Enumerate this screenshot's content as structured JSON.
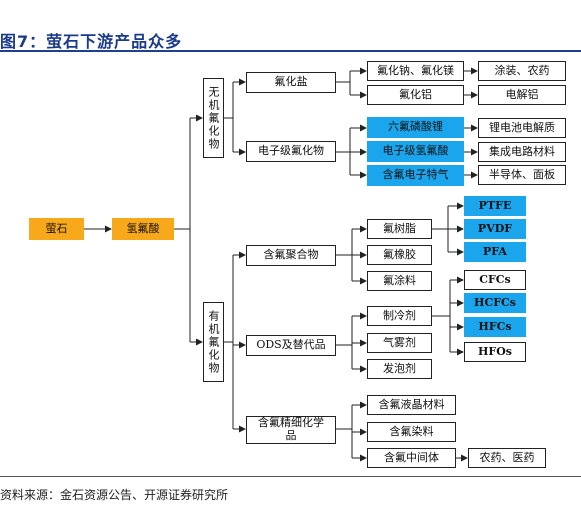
{
  "title": "图7：萤石下游产品众多",
  "source": "资料来源：金石资源公告、开源证券研究所",
  "nodes": {
    "fluorite": "萤石",
    "hf": "氢氟酸",
    "inorganic": "无机氟化物",
    "organic": "有机氟化物",
    "fluoride_salts": "氟化盐",
    "electronic_fluoride": "电子级氟化物",
    "naf_mgf": "氟化钠、氟化镁",
    "alf3": "氟化铝",
    "lipf6": "六氟磷酸锂",
    "ehf": "电子级氢氟酸",
    "special_gas": "含氟电子特气",
    "coating_pesticide": "涂装、农药",
    "electrolytic_al": "电解铝",
    "li_electrolyte": "锂电池电解质",
    "ic_materials": "集成电路材料",
    "semi_panel": "半导体、面板",
    "fluoropolymer": "含氟聚合物",
    "ods": "ODS及替代品",
    "fine_chem": "含氟精细化学品",
    "resin": "氟树脂",
    "rubber": "氟橡胶",
    "coating": "氟涂料",
    "refrigerant": "制冷剂",
    "aerosol": "气雾剂",
    "foaming": "发泡剂",
    "ptfe": "PTFE",
    "pvdf": "PVDF",
    "pfa": "PFA",
    "cfcs": "CFCs",
    "hcfcs": "HCFCs",
    "hfcs": "HFCs",
    "hfos": "HFOs",
    "lcd_material": "含氟液晶材料",
    "dye": "含氟染料",
    "intermediate": "含氟中间体",
    "pesticide_pharma": "农药、医药"
  },
  "colors": {
    "accent_orange": "#f7a81b",
    "accent_blue": "#1aa5ec",
    "title_blue": "#1a3a8a"
  }
}
